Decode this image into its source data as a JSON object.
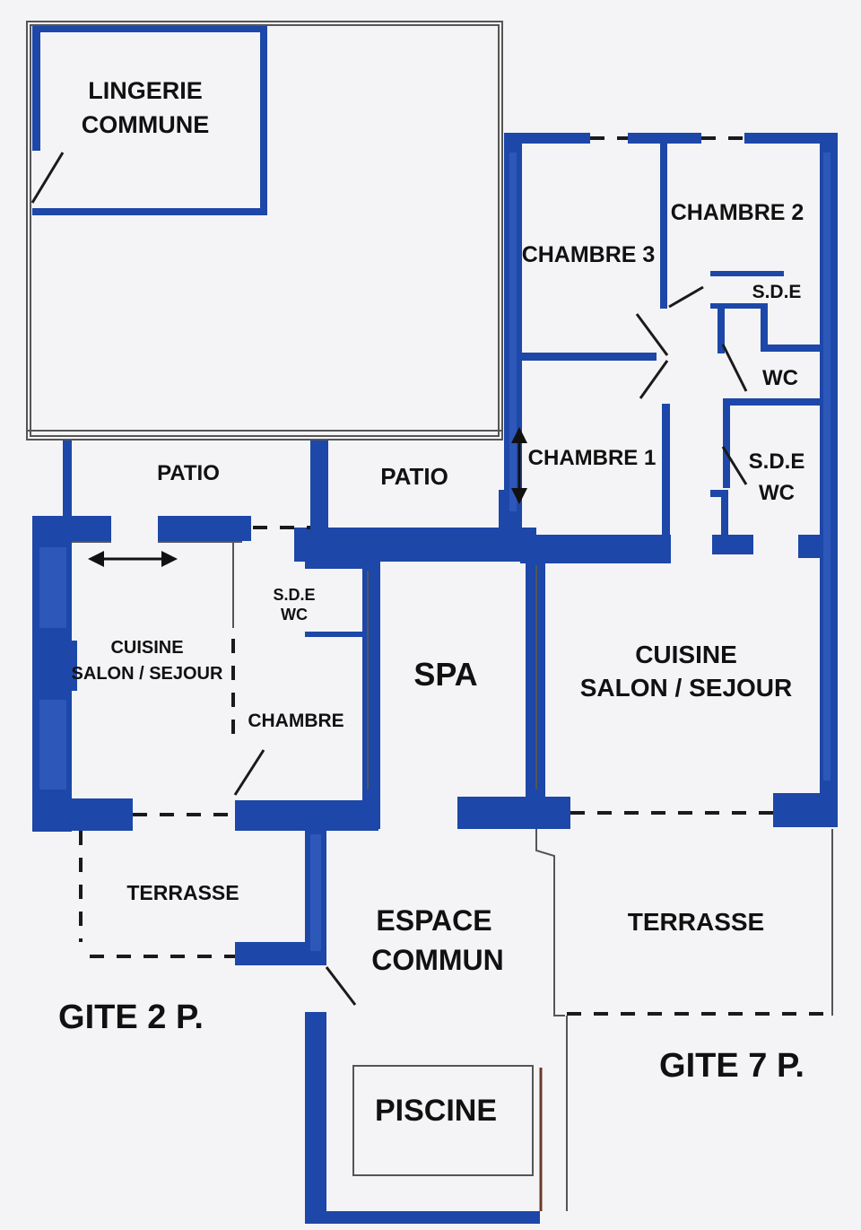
{
  "rooms": {
    "lingerie_l1": "LINGERIE",
    "lingerie_l2": "COMMUNE",
    "chambre2": "CHAMBRE 2",
    "chambre3": "CHAMBRE 3",
    "sde_top": "S.D.E",
    "wc_top": "WC",
    "chambre1": "CHAMBRE 1",
    "sde_mid": "S.D.E",
    "wc_mid": "WC",
    "patio_left": "PATIO",
    "patio_right": "PATIO",
    "sde_left": "S.D.E",
    "wc_left": "WC",
    "cuisine_left_l1": "CUISINE",
    "cuisine_left_l2": "SALON / SEJOUR",
    "chambre_left": "CHAMBRE",
    "spa": "SPA",
    "cuisine_right_l1": "CUISINE",
    "cuisine_right_l2": "SALON / SEJOUR",
    "terrasse_left": "TERRASSE",
    "espace_l1": "ESPACE",
    "espace_l2": "COMMUN",
    "terrasse_right": "TERRASSE",
    "piscine": "PISCINE"
  },
  "units": {
    "gite_small": "GITE 2 P.",
    "gite_large": "GITE 7 P."
  },
  "colors": {
    "wall": "#1d47a8",
    "wall_light": "#3a64c4",
    "thin": "#555555",
    "dash": "#1a1a1a",
    "paper": "#f4f4f6",
    "brown": "#6b3a2a"
  }
}
